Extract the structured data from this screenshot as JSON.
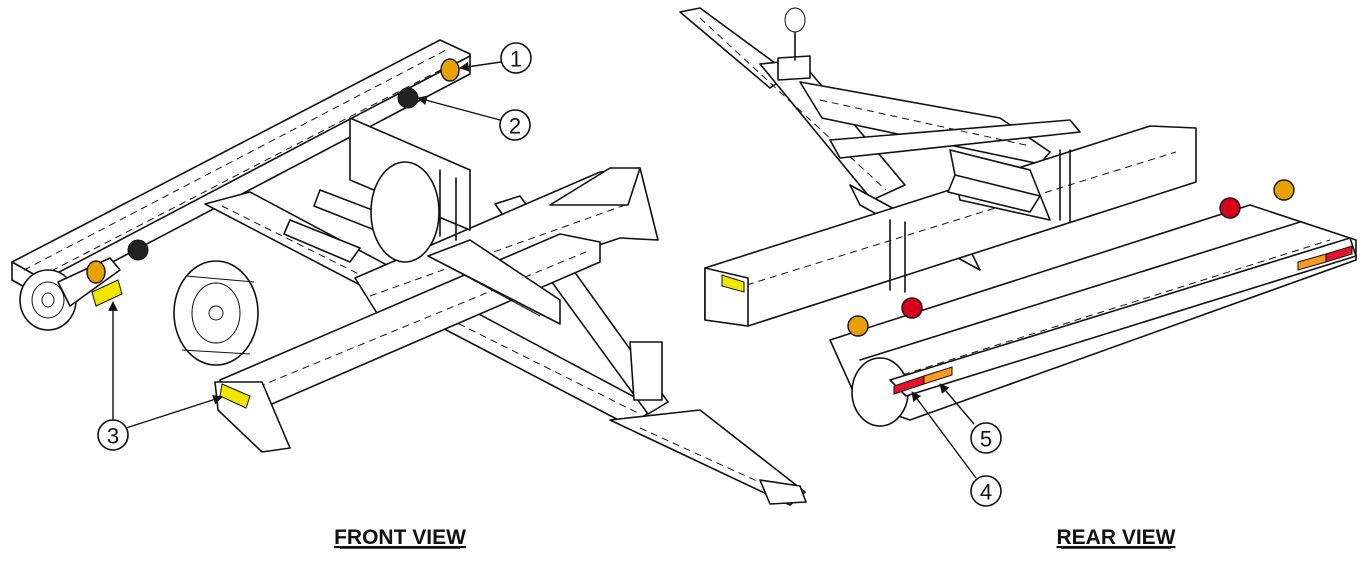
{
  "views": {
    "front": {
      "title": "FRONT VIEW"
    },
    "rear": {
      "title": "REAR VIEW"
    }
  },
  "callouts": [
    {
      "id": "1",
      "label": "1"
    },
    {
      "id": "2",
      "label": "2"
    },
    {
      "id": "3",
      "label": "3"
    },
    {
      "id": "4",
      "label": "4"
    },
    {
      "id": "5",
      "label": "5"
    }
  ],
  "colors": {
    "amber_light": "#E8A100",
    "red_light": "#D8001A",
    "yellow_reflector": "#F2E600",
    "orange_reflector": "#F59A23",
    "red_reflector": "#E4132C",
    "line": "#111111",
    "background": "#FFFFFF"
  }
}
